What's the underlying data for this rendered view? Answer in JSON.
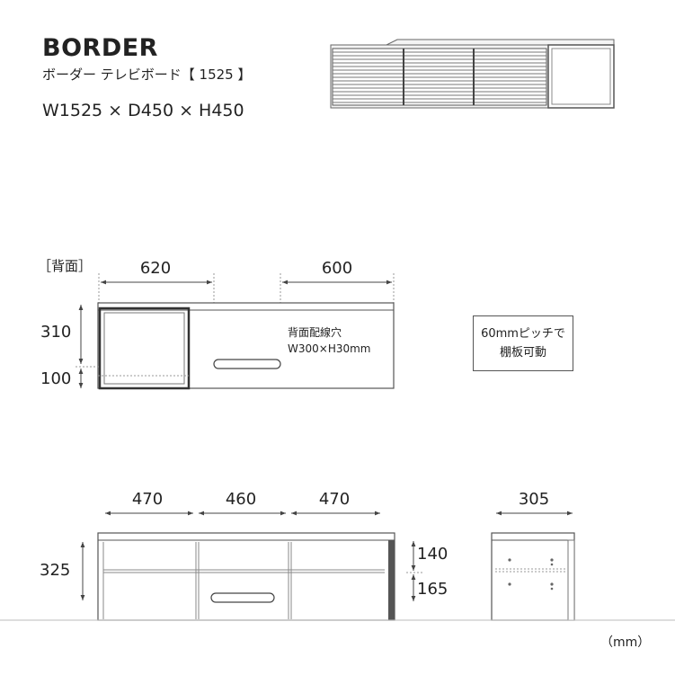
{
  "header": {
    "title": "BORDER",
    "subtitle": "ボーダー テレビボード【 1525 】",
    "dimensions": "W1525 × D450 × H450"
  },
  "back_view": {
    "label": "［背面］",
    "width_left": "620",
    "width_right": "600",
    "height_upper": "310",
    "height_lower": "100",
    "hole_title": "背面配線穴",
    "hole_size": "W300×H30mm"
  },
  "shelf_note": {
    "line1": "60mmピッチで",
    "line2": "棚板可動"
  },
  "front_view": {
    "width_left": "470",
    "width_center": "460",
    "width_right": "470",
    "height_total": "325",
    "height_upper": "140",
    "height_lower": "165"
  },
  "side_view": {
    "depth": "305"
  },
  "units": "（mm）",
  "colors": {
    "line": "#555555",
    "text": "#222222",
    "dim_arrow": "#444444"
  }
}
